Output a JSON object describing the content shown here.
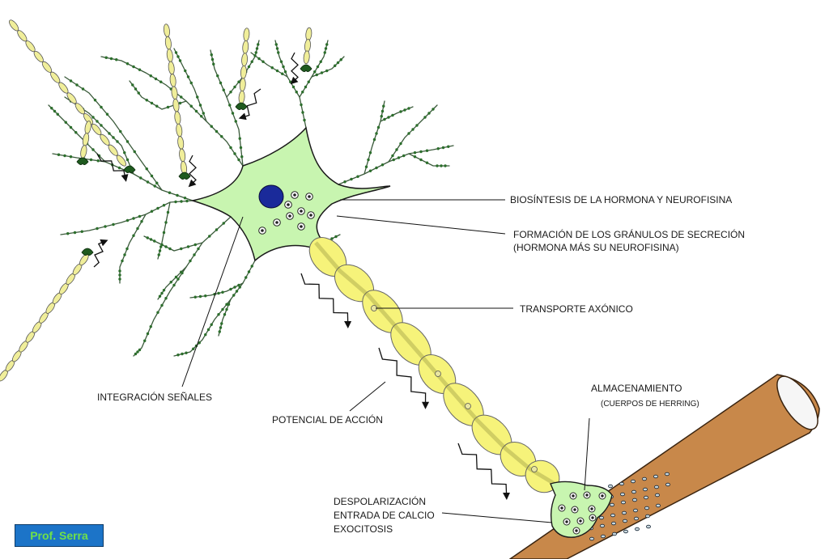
{
  "labels": {
    "biosintesis": "BIOSÍNTESIS DE LA HORMONA Y NEUROFISINA",
    "formacion_line1": "FORMACIÓN DE LOS GRÁNULOS DE SECRECIÓN",
    "formacion_line2": "(HORMONA  MÁS SU NEUROFISINA)",
    "transporte": "TRANSPORTE AXÓNICO",
    "integracion": "INTEGRACIÓN SEÑALES",
    "potencial": "POTENCIAL DE ACCIÓN",
    "almacenamiento": "ALMACENAMIENTO",
    "herring": "(CUERPOS DE HERRING)",
    "terminal_line1": "DESPOLARIZACIÓN",
    "terminal_line2": "ENTRADA DE CALCIO",
    "terminal_line3": "EXOCITOSIS"
  },
  "badge": "Prof. Serra",
  "colors": {
    "soma_fill": "#c8f5b0",
    "nucleus": "#1a2a9a",
    "axon_yellow": "#f6f37a",
    "myelin_yellow": "#f0ee9a",
    "dendrite": "#3a5a3a",
    "spine": "#2c6e2c",
    "synapse_green": "#1f5a1f",
    "vessel_fill": "#c8884a",
    "badge_bg": "#1c74c8",
    "badge_text": "#6fe04a"
  }
}
